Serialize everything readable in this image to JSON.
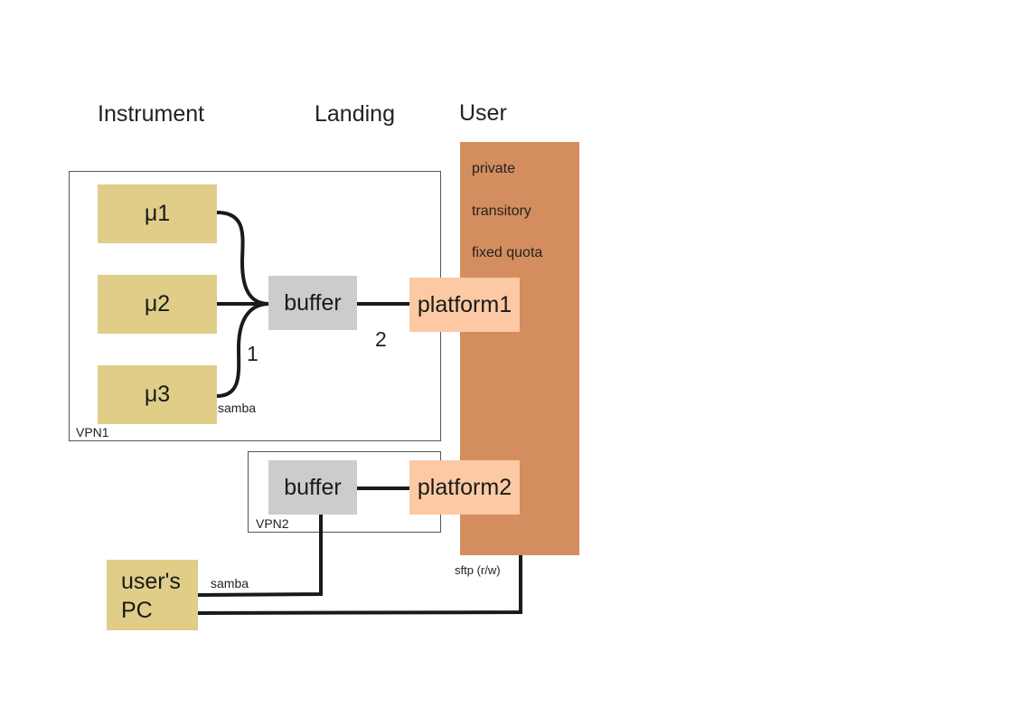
{
  "columns": {
    "instrument": "Instrument",
    "landing": "Landing",
    "user": "User"
  },
  "vpn1": {
    "label": "VPN1",
    "instruments": [
      "μ1",
      "μ2",
      "μ3"
    ],
    "buffer_label": "buffer",
    "link_instrument_buffer_label": "1",
    "link_instrument_protocol": "samba",
    "link_buffer_platform_label": "2"
  },
  "vpn2": {
    "label": "VPN2",
    "buffer_label": "buffer"
  },
  "platforms": [
    "platform1",
    "platform2"
  ],
  "user_storage": {
    "properties": [
      "private",
      "transitory",
      "fixed quota"
    ],
    "access_protocol": "sftp (r/w)"
  },
  "users_pc": {
    "label_line1": "user's",
    "label_line2": "PC",
    "link_protocol": "samba"
  },
  "colors": {
    "instrument": "#dfcd88",
    "buffer": "#cccccc",
    "platform": "#fcc9a4",
    "user_storage": "#d48d5e",
    "wire": "#1a1a1a"
  }
}
